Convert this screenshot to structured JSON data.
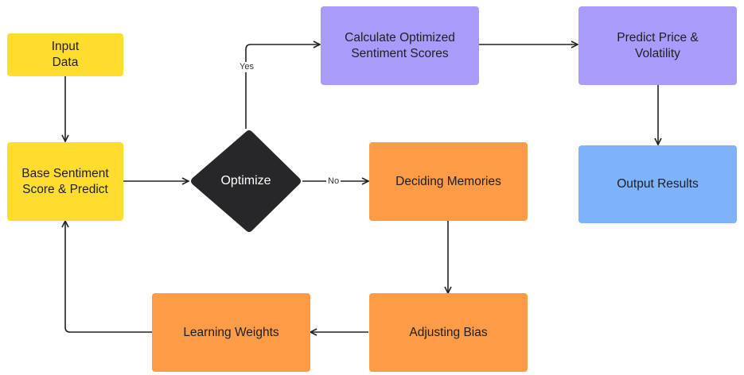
{
  "nodes": {
    "input_data": "Input\nData",
    "base_sentiment": "Base Sentiment\nScore & Predict",
    "optimize": "Optimize",
    "calc_scores": "Calculate Optimized\nSentiment Scores",
    "predict_price": "Predict Price &\nVolatility",
    "output_results": "Output Results",
    "deciding_memories": "Deciding Memories",
    "adjusting_bias": "Adjusting Bias",
    "learning_weights": "Learning Weights"
  },
  "edge_labels": {
    "yes": "Yes",
    "no": "No"
  },
  "colors": {
    "yellow": "#FFDD2E",
    "purple": "#A79CFB",
    "orange": "#FD9B46",
    "blue": "#7FB2FC",
    "diamond": "#27272A",
    "arrow": "#222222"
  }
}
